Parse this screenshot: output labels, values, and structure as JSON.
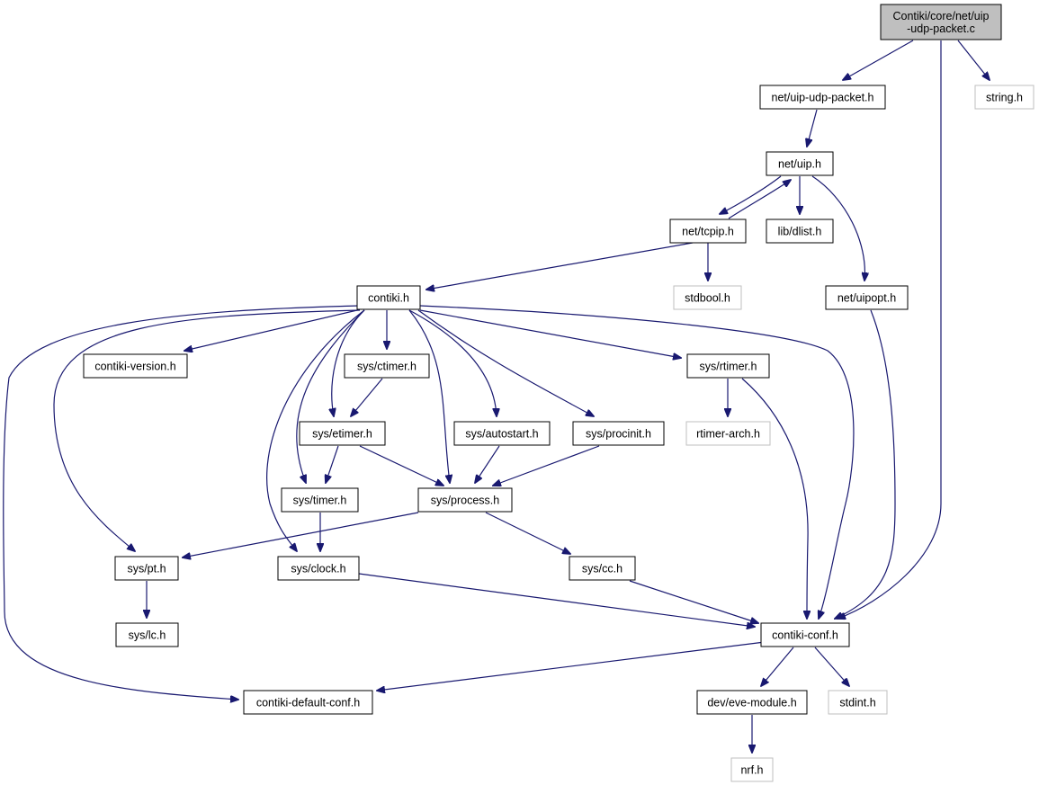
{
  "nodes": {
    "root": {
      "lines": [
        "Contiki/core/net/uip",
        "-udp-packet.c"
      ],
      "kind": "root"
    },
    "uip_udp_packet_h": {
      "lines": [
        "net/uip-udp-packet.h"
      ],
      "kind": "file"
    },
    "string_h": {
      "lines": [
        "string.h"
      ],
      "kind": "external"
    },
    "uip_h": {
      "lines": [
        "net/uip.h"
      ],
      "kind": "file"
    },
    "tcpip_h": {
      "lines": [
        "net/tcpip.h"
      ],
      "kind": "file"
    },
    "dlist_h": {
      "lines": [
        "lib/dlist.h"
      ],
      "kind": "file"
    },
    "uipopt_h": {
      "lines": [
        "net/uipopt.h"
      ],
      "kind": "file"
    },
    "stdbool_h": {
      "lines": [
        "stdbool.h"
      ],
      "kind": "external"
    },
    "contiki_h": {
      "lines": [
        "contiki.h"
      ],
      "kind": "file"
    },
    "contiki_version_h": {
      "lines": [
        "contiki-version.h"
      ],
      "kind": "file"
    },
    "ctimer_h": {
      "lines": [
        "sys/ctimer.h"
      ],
      "kind": "file"
    },
    "rtimer_h": {
      "lines": [
        "sys/rtimer.h"
      ],
      "kind": "file"
    },
    "etimer_h": {
      "lines": [
        "sys/etimer.h"
      ],
      "kind": "file"
    },
    "autostart_h": {
      "lines": [
        "sys/autostart.h"
      ],
      "kind": "file"
    },
    "procinit_h": {
      "lines": [
        "sys/procinit.h"
      ],
      "kind": "file"
    },
    "rtimer_arch_h": {
      "lines": [
        "rtimer-arch.h"
      ],
      "kind": "external"
    },
    "timer_h": {
      "lines": [
        "sys/timer.h"
      ],
      "kind": "file"
    },
    "process_h": {
      "lines": [
        "sys/process.h"
      ],
      "kind": "file"
    },
    "pt_h": {
      "lines": [
        "sys/pt.h"
      ],
      "kind": "file"
    },
    "clock_h": {
      "lines": [
        "sys/clock.h"
      ],
      "kind": "file"
    },
    "cc_h": {
      "lines": [
        "sys/cc.h"
      ],
      "kind": "file"
    },
    "lc_h": {
      "lines": [
        "sys/lc.h"
      ],
      "kind": "file"
    },
    "contiki_conf_h": {
      "lines": [
        "contiki-conf.h"
      ],
      "kind": "file"
    },
    "contiki_default_conf_h": {
      "lines": [
        "contiki-default-conf.h"
      ],
      "kind": "file"
    },
    "eve_module_h": {
      "lines": [
        "dev/eve-module.h"
      ],
      "kind": "file"
    },
    "stdint_h": {
      "lines": [
        "stdint.h"
      ],
      "kind": "external"
    },
    "nrf_h": {
      "lines": [
        "nrf.h"
      ],
      "kind": "external"
    }
  },
  "edges": [
    [
      "root",
      "uip_udp_packet_h"
    ],
    [
      "root",
      "string_h"
    ],
    [
      "root",
      "contiki_conf_h"
    ],
    [
      "uip_udp_packet_h",
      "uip_h"
    ],
    [
      "uip_h",
      "tcpip_h"
    ],
    [
      "tcpip_h",
      "uip_h"
    ],
    [
      "uip_h",
      "dlist_h"
    ],
    [
      "uip_h",
      "uipopt_h"
    ],
    [
      "tcpip_h",
      "contiki_h"
    ],
    [
      "tcpip_h",
      "stdbool_h"
    ],
    [
      "uipopt_h",
      "contiki_conf_h"
    ],
    [
      "contiki_h",
      "contiki_version_h"
    ],
    [
      "contiki_h",
      "ctimer_h"
    ],
    [
      "contiki_h",
      "etimer_h"
    ],
    [
      "contiki_h",
      "timer_h"
    ],
    [
      "contiki_h",
      "clock_h"
    ],
    [
      "contiki_h",
      "process_h"
    ],
    [
      "contiki_h",
      "autostart_h"
    ],
    [
      "contiki_h",
      "procinit_h"
    ],
    [
      "contiki_h",
      "rtimer_h"
    ],
    [
      "contiki_h",
      "pt_h"
    ],
    [
      "contiki_h",
      "contiki_default_conf_h"
    ],
    [
      "contiki_h",
      "contiki_conf_h"
    ],
    [
      "ctimer_h",
      "etimer_h"
    ],
    [
      "rtimer_h",
      "rtimer_arch_h"
    ],
    [
      "rtimer_h",
      "contiki_conf_h"
    ],
    [
      "etimer_h",
      "timer_h"
    ],
    [
      "etimer_h",
      "process_h"
    ],
    [
      "autostart_h",
      "process_h"
    ],
    [
      "procinit_h",
      "process_h"
    ],
    [
      "timer_h",
      "clock_h"
    ],
    [
      "process_h",
      "pt_h"
    ],
    [
      "process_h",
      "cc_h"
    ],
    [
      "pt_h",
      "lc_h"
    ],
    [
      "clock_h",
      "contiki_conf_h"
    ],
    [
      "cc_h",
      "contiki_conf_h"
    ],
    [
      "contiki_conf_h",
      "contiki_default_conf_h"
    ],
    [
      "contiki_conf_h",
      "eve_module_h"
    ],
    [
      "contiki_conf_h",
      "stdint_h"
    ],
    [
      "eve_module_h",
      "nrf_h"
    ]
  ]
}
